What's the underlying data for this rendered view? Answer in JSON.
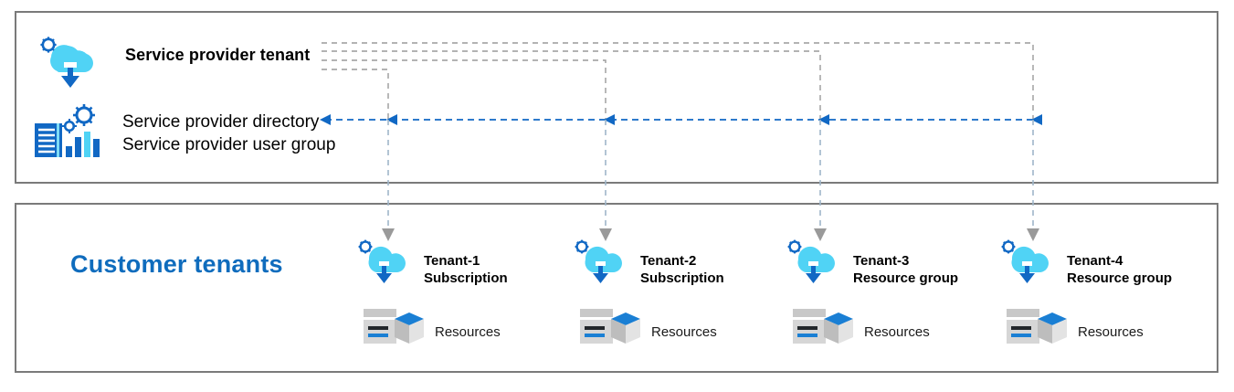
{
  "diagram": {
    "title_hidden": "",
    "colors": {
      "panel_border": "#7a7a7a",
      "cloud_body": "#50d3f5",
      "cloud_accent": "#0f6cbd",
      "blue_arrow": "#1168c4",
      "gray_dash": "#9a9a9a",
      "brand_blue": "#0f6cbd",
      "resource_gray": "#c8c8c8",
      "resource_blue": "#1a7fd4"
    }
  },
  "provider_panel": {
    "name": "Service provider tenant panel",
    "tenant_label": "Service provider tenant",
    "tenant_icon": "cloud-gear-download-icon",
    "directory_icon": "directory-analytics-icon",
    "directory_label": "Service provider directory",
    "user_group_label": "Service provider user group"
  },
  "customers_panel": {
    "name": "Customer tenants panel",
    "heading": "Customer tenants",
    "resources_label": "Resources",
    "tenants": [
      {
        "name": "Tenant-1",
        "scope": "Subscription",
        "resources": "Resources",
        "cloud_icon": "cloud-gear-download-icon",
        "resource_icon": "server-cube-icon"
      },
      {
        "name": "Tenant-2",
        "scope": "Subscription",
        "resources": "Resources",
        "cloud_icon": "cloud-gear-download-icon",
        "resource_icon": "server-cube-icon"
      },
      {
        "name": "Tenant-3",
        "scope": "Resource group",
        "resources": "Resources",
        "cloud_icon": "cloud-gear-download-icon",
        "resource_icon": "server-cube-icon"
      },
      {
        "name": "Tenant-4",
        "scope": "Resource group",
        "resources": "Resources",
        "cloud_icon": "cloud-gear-download-icon",
        "resource_icon": "server-cube-icon"
      }
    ]
  },
  "connectors": {
    "horizontal_delegation_line": "blue dashed line with left arrowheads into Service provider directory",
    "gray_dashed_routes": 4,
    "down_arrows": 4
  }
}
